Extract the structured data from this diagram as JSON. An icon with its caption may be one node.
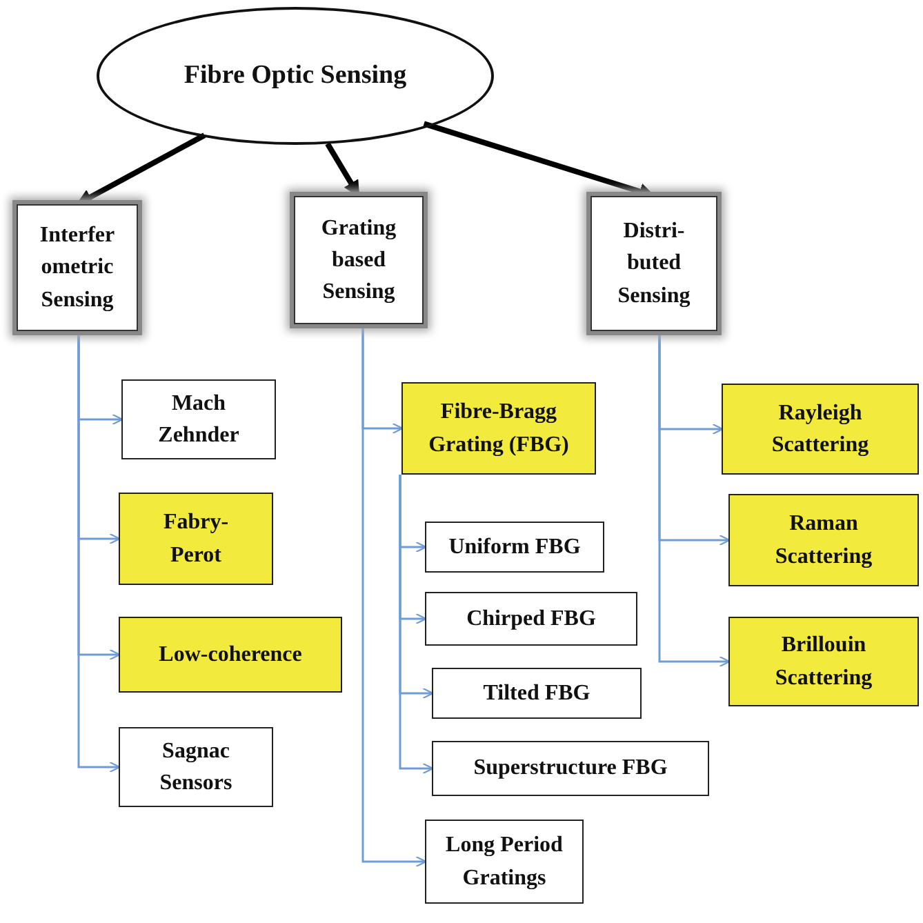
{
  "diagram": {
    "nodes": [
      {
        "text": [
          "Fibre Optic Sensing"
        ]
      },
      {
        "text": [
          "Interfer ometric Sensing"
        ]
      },
      {
        "text": [
          "Grating based Sensing"
        ]
      },
      {
        "text": [
          "Distri- buted Sensing"
        ]
      },
      {
        "text": [
          "Mach Zehnder"
        ]
      },
      {
        "text": [
          "Fabry- Perot"
        ]
      },
      {
        "text": [
          "Low-coherence"
        ]
      },
      {
        "text": [
          "Sagnac Sensors"
        ]
      },
      {
        "text": [
          "Fibre-Bragg Grating (FBG)"
        ]
      },
      {
        "text": [
          "Uniform FBG"
        ]
      },
      {
        "text": [
          "Chirped FBG"
        ]
      },
      {
        "text": [
          "Tilted FBG"
        ]
      },
      {
        "text": [
          "Superstructure FBG"
        ]
      },
      {
        "text": [
          "Long Period Gratings"
        ]
      },
      {
        "text": [
          "Rayleigh Scattering"
        ]
      },
      {
        "text": [
          "Raman Scattering"
        ]
      },
      {
        "text": [
          "Brillouin Scattering"
        ]
      }
    ],
    "edges": [
      {
        "from": 0,
        "to": 1,
        "arrow": "to",
        "color": "#000000",
        "style": "thick"
      },
      {
        "from": 0,
        "to": 2,
        "arrow": "to",
        "color": "#000000",
        "style": "thick"
      },
      {
        "from": 0,
        "to": 3,
        "arrow": "to",
        "color": "#000000",
        "style": "thick"
      },
      {
        "from": 1,
        "to": 4,
        "arrow": "to"
      },
      {
        "from": 1,
        "to": 5,
        "arrow": "to"
      },
      {
        "from": 1,
        "to": 6,
        "arrow": "to"
      },
      {
        "from": 1,
        "to": 7,
        "arrow": "to"
      },
      {
        "from": 2,
        "to": 8,
        "arrow": "to"
      },
      {
        "from": 8,
        "to": 9,
        "arrow": "to"
      },
      {
        "from": 8,
        "to": 10,
        "arrow": "to"
      },
      {
        "from": 8,
        "to": 11,
        "arrow": "to"
      },
      {
        "from": 8,
        "to": 12,
        "arrow": "to"
      },
      {
        "from": 2,
        "to": 13,
        "arrow": "to"
      },
      {
        "from": 3,
        "to": 14,
        "arrow": "to"
      },
      {
        "from": 3,
        "to": 15,
        "arrow": "to"
      },
      {
        "from": 3,
        "to": 16,
        "arrow": "to"
      }
    ]
  }
}
